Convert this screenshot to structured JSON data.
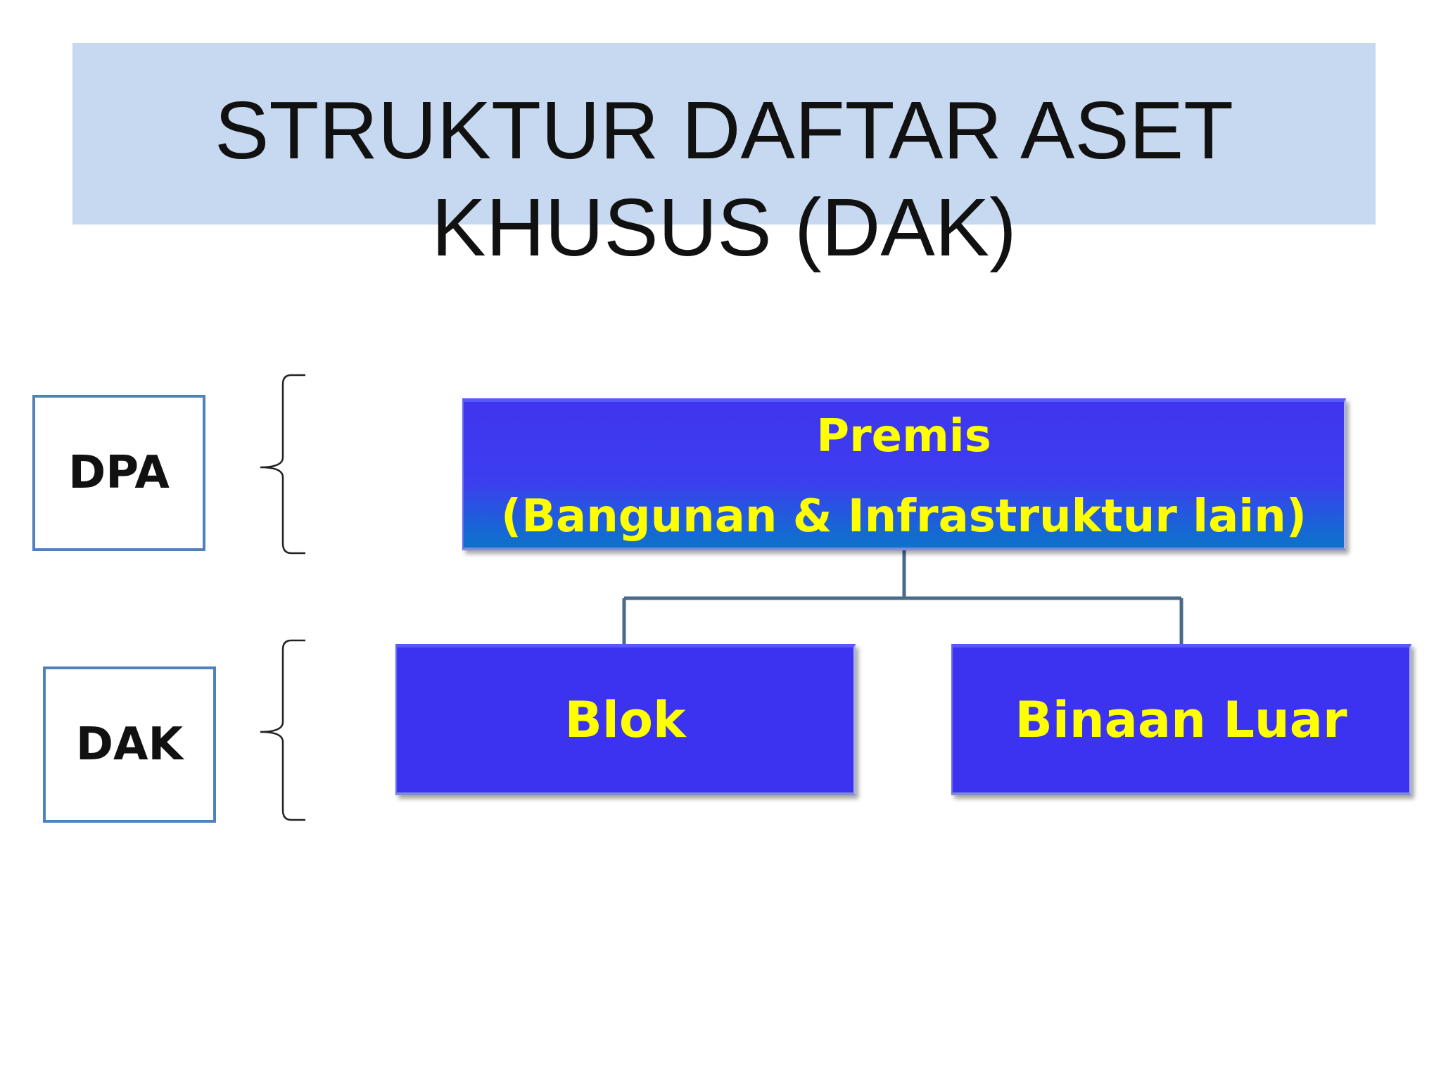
{
  "title": {
    "line1": "STRUKTUR DAFTAR ASET",
    "line2": "KHUSUS (DAK)"
  },
  "labels": {
    "dpa": "DPA",
    "dak": "DAK"
  },
  "nodes": {
    "premis": {
      "line1": "Premis",
      "line2": "(Bangunan & Infrastruktur lain)"
    },
    "blok": "Blok",
    "binaan_luar": "Binaan Luar"
  },
  "colors": {
    "title_banner": "#c6d9f0",
    "label_border": "#4f81bd",
    "node_fill": "#3b33f0",
    "node_text": "#ffff00",
    "connector": "#4a6a8a"
  }
}
